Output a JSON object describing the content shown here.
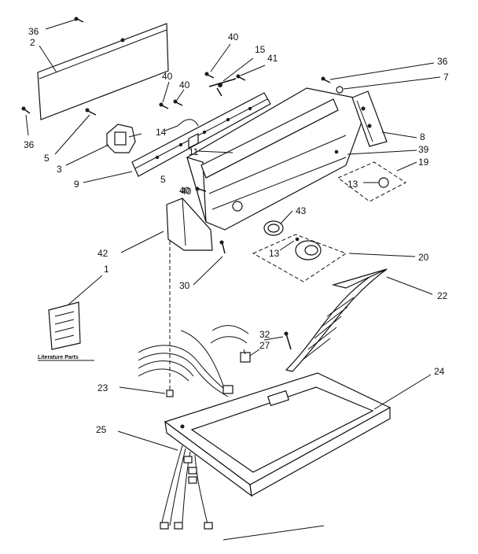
{
  "diagram": {
    "literature_label": "Literature Parts",
    "callouts": {
      "c36a": "36",
      "c2": "2",
      "c36b": "36",
      "c5a": "5",
      "c3": "3",
      "c9": "9",
      "c40a": "40",
      "c40b": "40",
      "c14": "14",
      "c5b": "5",
      "c40c": "40",
      "c11": "11",
      "c40d": "40",
      "c15": "15",
      "c41": "41",
      "c36c": "36",
      "c7": "7",
      "c8": "8",
      "c39": "39",
      "c19": "19",
      "c13a": "13",
      "c40e": "40",
      "c43": "43",
      "c13b": "13",
      "c20": "20",
      "c42": "42",
      "c1": "1",
      "c30": "30",
      "c22": "22",
      "c32": "32",
      "c27": "27",
      "c24": "24",
      "c23": "23",
      "c25": "25"
    }
  }
}
